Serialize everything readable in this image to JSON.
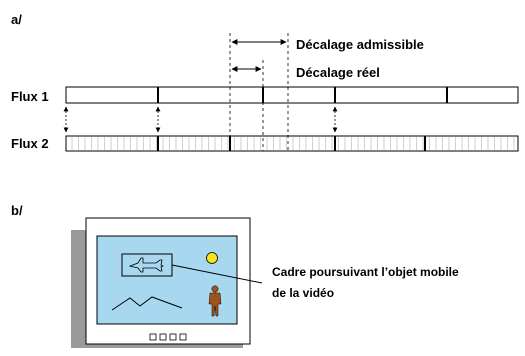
{
  "part_a": {
    "label": "a/",
    "offset_allowed_label": "Décalage admissible",
    "offset_actual_label": "Décalage réel",
    "stream1_label": "Flux 1",
    "stream2_label": "Flux 2"
  },
  "part_b": {
    "label": "b/",
    "callout_line1": "Cadre poursuivant l’objet mobile",
    "callout_line2": "de la vidéo"
  },
  "colors": {
    "screen_fill": "#a8d8f0",
    "sun_fill": "#f5e61c",
    "person_fill": "#a0521c"
  }
}
